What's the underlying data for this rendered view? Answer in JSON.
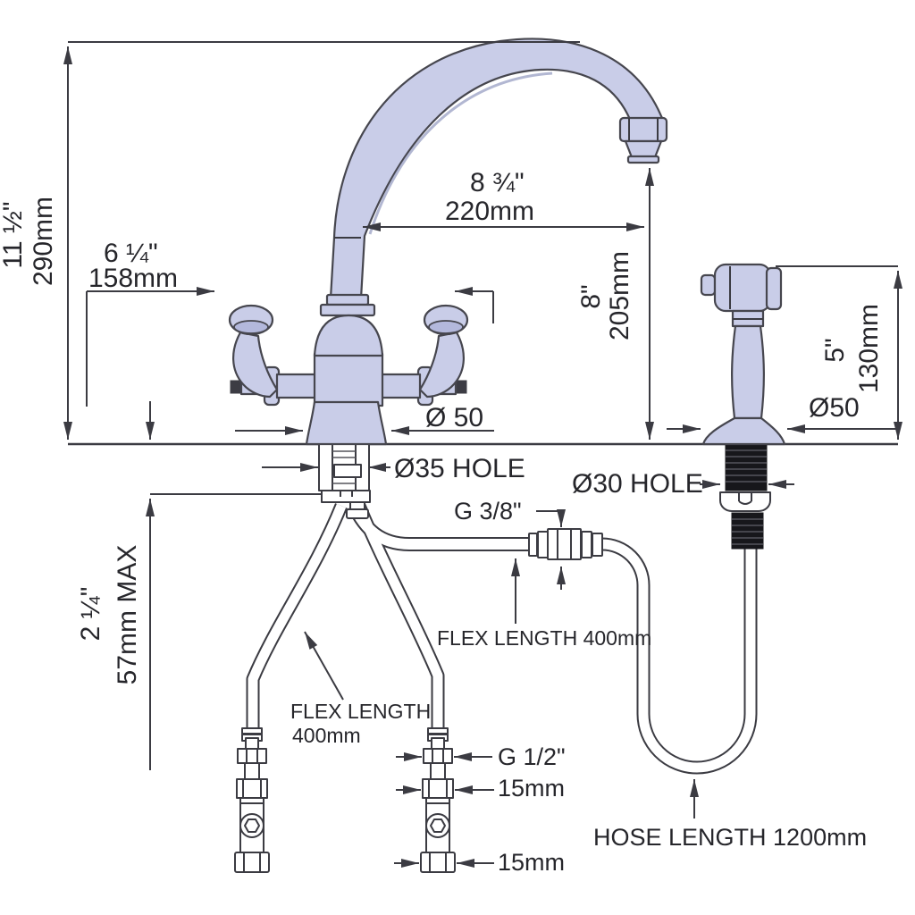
{
  "drawing": {
    "title": "Kitchen mixer tap with side spray - installation dimensions",
    "labels": {
      "tap_height_in": "11 ½\"",
      "tap_height_mm": "290mm",
      "handle_span_in": "6 ¼\"",
      "handle_span_mm": "158mm",
      "spout_reach_in": "8 ¾\"",
      "spout_reach_mm": "220mm",
      "spout_clearance_in": "8\"",
      "spout_clearance_mm": "205mm",
      "spray_height_in": "5\"",
      "spray_height_mm": "130mm",
      "tap_base_diameter": "Ø 50",
      "spray_base_diameter": "Ø50",
      "tap_hole": "Ø35 HOLE",
      "spray_hole": "Ø30 HOLE",
      "spray_flex_thread": "G 3/8\"",
      "spray_flex_length": "FLEX LENGTH 400mm",
      "tap_flex_length_line1": "FLEX LENGTH",
      "tap_flex_length_line2": "400mm",
      "deck_thickness_in": "2 ¼\"",
      "deck_thickness_max": "57mm MAX",
      "tail_thread": "G 1/2\"",
      "tail_pipe_diameter": "15mm",
      "tail_pipe_diameter_2": "15mm",
      "hose_length": "HOSE LENGTH 1200mm"
    },
    "colors": {
      "fixture_fill": "#c9cde8",
      "fixture_outline": "#46464e",
      "dimension_line": "#3b3b42",
      "thread_black": "#17171b",
      "background": "#ffffff"
    }
  }
}
